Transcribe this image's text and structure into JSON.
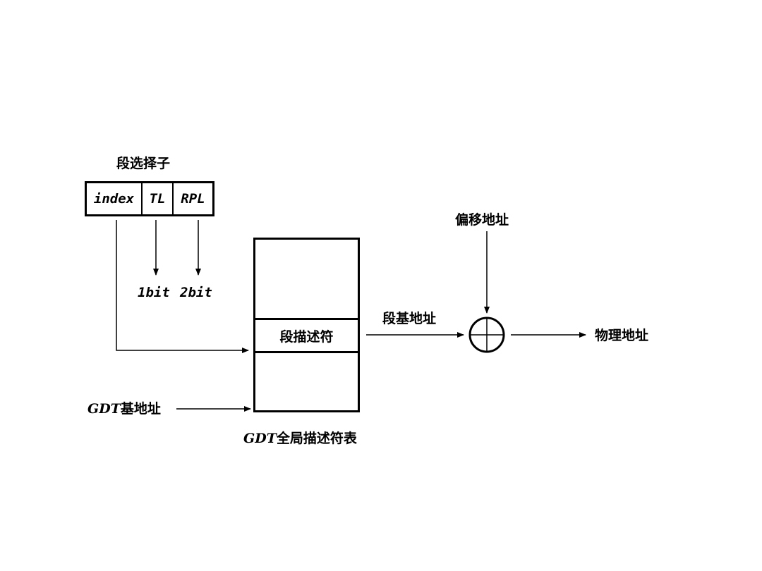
{
  "selector": {
    "title": "段选择子",
    "fields": [
      "index",
      "TL",
      "RPL"
    ],
    "bit_labels": [
      "1bit",
      "2bit"
    ]
  },
  "gdt": {
    "table_label_prefix": "GDT",
    "table_label_suffix": "全局描述符表",
    "descriptor_label": "段描述符",
    "base_label_prefix": "GDT",
    "base_label_suffix": "基地址"
  },
  "segment_base_label": "段基地址",
  "offset_label": "偏移地址",
  "adder_symbol": "plus-circle",
  "physical_address_label": "物理地址"
}
